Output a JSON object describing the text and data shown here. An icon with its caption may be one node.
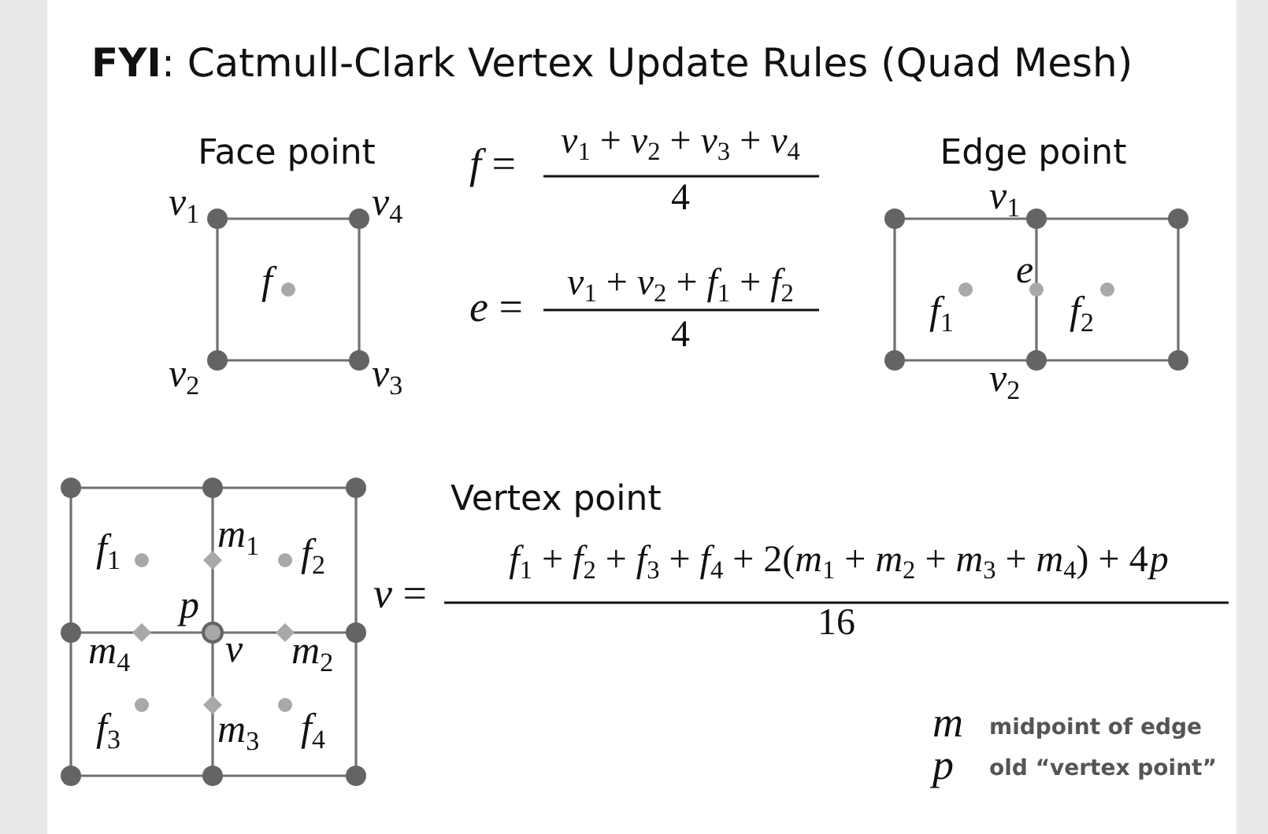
{
  "diagram": {
    "title": "**FYI**: Catmull-Clark Vertex Update Rules (Quad Mesh)",
    "labels": [
      "Face point",
      "*f* =",
      "*v*$_{1}$ + *v*$_{2}$ + *v*$_{3}$ + *v*$_{4}$",
      "4",
      "Edge point",
      "*v*$_{1}$",
      "*v*$_{4}$",
      "*f*",
      "*v*$_{1}$",
      "*e* =",
      "*v*$_{1}$ + *v*$_{2}$ + *f*$_{1}$ + *f*$_{2}$",
      "*e*",
      "*f*$_{1}$",
      "*f*$_{2}$",
      "4",
      "*v*$_{2}$",
      "*v*$_{3}$",
      "*v*$_{2}$",
      "Vertex point",
      "*f*$_{1}$",
      "*m*$_{1}$",
      "*f*$_{2}$",
      "*v* =",
      "*f*$_{1}$ + *f*$_{2}$ + *f*$_{3}$ + *f*$_{4}$ + 2(*m*$_{1}$ + *m*$_{2}$ + *m*$_{3}$ + *m*$_{4}$) + 4",
      "p",
      "*p*",
      "*m*$_{4}$",
      "*v*",
      "*m*$_{2}$",
      "16",
      "*f*$_{3}$",
      "*m*$_{3}$",
      "*f*$_{4}$",
      "*m*",
      "midpoint of edge",
      "*p*",
      "old “vertex point”"
    ]
  }
}
